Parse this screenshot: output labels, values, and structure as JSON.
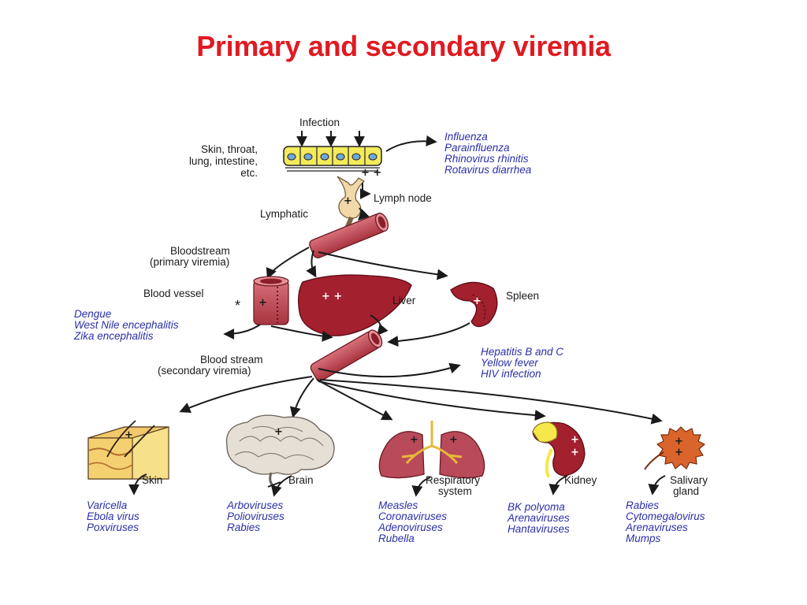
{
  "title": "Primary and secondary viremia",
  "labels": {
    "infection": "Infection",
    "tissue_1": "Skin, throat,",
    "tissue_2": "lung, intestine,",
    "tissue_3": "etc.",
    "lymph_node": "Lymph node",
    "lymphatic": "Lymphatic",
    "bloodstream_1": "Bloodstream",
    "bloodstream_2": "(primary viremia)",
    "blood_vessel": "Blood vessel",
    "star": "*",
    "liver": "Liver",
    "spleen": "Spleen",
    "blood_stream2_1": "Blood stream",
    "blood_stream2_2": "(secondary viremia)",
    "skin": "Skin",
    "brain": "Brain",
    "respiratory_1": "Respiratory",
    "respiratory_2": "system",
    "kidney": "Kidney",
    "salivary_1": "Salivary",
    "salivary_2": "gland"
  },
  "marks": {
    "plus_plus": "+ +",
    "plus": "+"
  },
  "viruses": {
    "local": [
      "Influenza",
      "Parainfluenza",
      "Rhinovirus rhinitis",
      "Rotavirus diarrhea"
    ],
    "vessel": [
      "Dengue",
      "West Nile encephalitis",
      "Zika encephalitis"
    ],
    "liver": [
      "Hepatitis B and C",
      "Yellow fever",
      "HIV infection"
    ],
    "skin": [
      "Varicella",
      "Ebola virus",
      "Poxviruses"
    ],
    "brain": [
      "Arboviruses",
      "Polioviruses",
      "Rabies"
    ],
    "respiratory": [
      "Measles",
      "Coronaviruses",
      "Adenoviruses",
      "Rubella"
    ],
    "kidney": [
      "BK polyoma",
      "Arenaviruses",
      "Hantaviruses"
    ],
    "salivary": [
      "Rabies",
      "Cytomegalovirus",
      "Arenaviruses",
      "Mumps"
    ]
  },
  "colors": {
    "title": "#e01a22",
    "virus_text": "#2b2fa8",
    "vessel": "#c8505a",
    "organ": "#a3202e",
    "epithelium": "#f4ea5c",
    "lymph": "#f0d8a8",
    "lung": "#b84a5a",
    "brain": "#e6dfd6",
    "salivary": "#d9642c"
  }
}
